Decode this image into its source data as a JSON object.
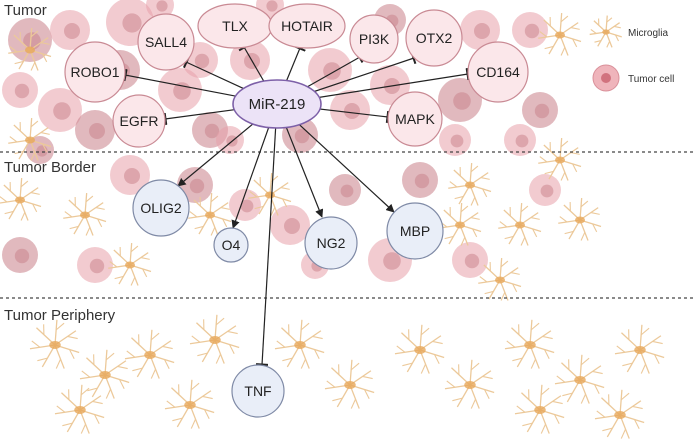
{
  "zones": {
    "tumor": "Tumor",
    "border": "Tumor Border",
    "periphery": "Tumor Periphery"
  },
  "hub": {
    "label": "MiR-219"
  },
  "inhibited_targets": [
    {
      "id": "sall4",
      "label": "SALL4"
    },
    {
      "id": "tlx",
      "label": "TLX"
    },
    {
      "id": "hotair",
      "label": "HOTAIR"
    },
    {
      "id": "pi3k",
      "label": "PI3K"
    },
    {
      "id": "otx2",
      "label": "OTX2"
    },
    {
      "id": "robo1",
      "label": "ROBO1"
    },
    {
      "id": "cd164",
      "label": "CD164"
    },
    {
      "id": "egfr",
      "label": "EGFR"
    },
    {
      "id": "mapk",
      "label": "MAPK"
    }
  ],
  "activated_targets": [
    {
      "id": "olig2",
      "label": "OLIG2"
    },
    {
      "id": "o4",
      "label": "O4"
    },
    {
      "id": "ng2",
      "label": "NG2"
    },
    {
      "id": "mbp",
      "label": "MBP"
    }
  ],
  "periphery_target": {
    "id": "tnf",
    "label": "TNF"
  },
  "legend": {
    "microglia": "Microglia",
    "tumor_cell": "Tumor cell"
  },
  "colors": {
    "tumor_node_fill": "#fbe7ea",
    "tumor_node_stroke": "#c98a94",
    "border_node_fill": "#e9eef8",
    "border_node_stroke": "#7f8aa6",
    "hub_fill": "#ece3f7",
    "hub_stroke": "#7d60a8",
    "tumor_cell": "#e8a1aa",
    "tumor_cell_dark": "#c87f88",
    "microglia": "#ecc99a",
    "microglia_body": "#e7a85a",
    "divider": "#444444"
  }
}
